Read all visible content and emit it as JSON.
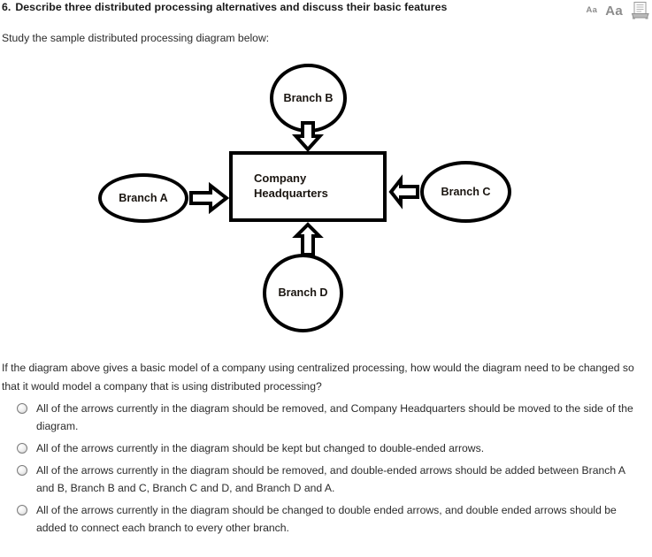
{
  "header": {
    "question_number": "6.",
    "title": "Describe three distributed processing alternatives and discuss their basic features",
    "tools": {
      "decrease_font_label": "Aa",
      "increase_font_label": "Aa",
      "print_icon": "printer-icon"
    }
  },
  "intro": {
    "text": "Study the sample distributed processing diagram below:"
  },
  "diagram": {
    "nodes": {
      "branch_b": "Branch B",
      "headquarters_line1": "Company",
      "headquarters_line2": "Headquarters",
      "branch_a": "Branch A",
      "branch_c": "Branch C",
      "branch_d": "Branch D"
    },
    "arrows": [
      {
        "name": "arrow-branch-b-to-hq",
        "direction": "down",
        "from": "Branch B",
        "to": "Company Headquarters"
      },
      {
        "name": "arrow-branch-a-to-hq",
        "direction": "right",
        "from": "Branch A",
        "to": "Company Headquarters"
      },
      {
        "name": "arrow-branch-c-to-hq",
        "direction": "left",
        "from": "Branch C",
        "to": "Company Headquarters"
      },
      {
        "name": "arrow-branch-d-to-hq",
        "direction": "up",
        "from": "Branch D",
        "to": "Company Headquarters"
      }
    ]
  },
  "question": {
    "stem": "If the diagram above gives a basic model of a company using centralized processing, how would the diagram need to be changed so that it would model a company that is using distributed processing?",
    "options": [
      {
        "id": "option-a",
        "text": "All of the arrows currently in the diagram should be removed, and Company Headquarters should be moved to the side of the diagram.",
        "selected": false
      },
      {
        "id": "option-b",
        "text": "All of the arrows currently in the diagram should be kept but changed to double-ended arrows.",
        "selected": false
      },
      {
        "id": "option-c",
        "text": "All of the arrows currently in the diagram should be removed, and double-ended arrows should be added between Branch A and B, Branch B and C, Branch C and D, and Branch D and A.",
        "selected": false
      },
      {
        "id": "option-d",
        "text": "All of the arrows currently in the diagram should be changed to double ended arrows, and double ended arrows should be added to connect each branch to every other branch.",
        "selected": false
      }
    ]
  },
  "colors": {
    "text": "#2b2b2b",
    "heading": "#1a1a1a",
    "diagram_stroke": "#000000",
    "tool_icon": "#8c8c8c",
    "background": "#ffffff"
  }
}
